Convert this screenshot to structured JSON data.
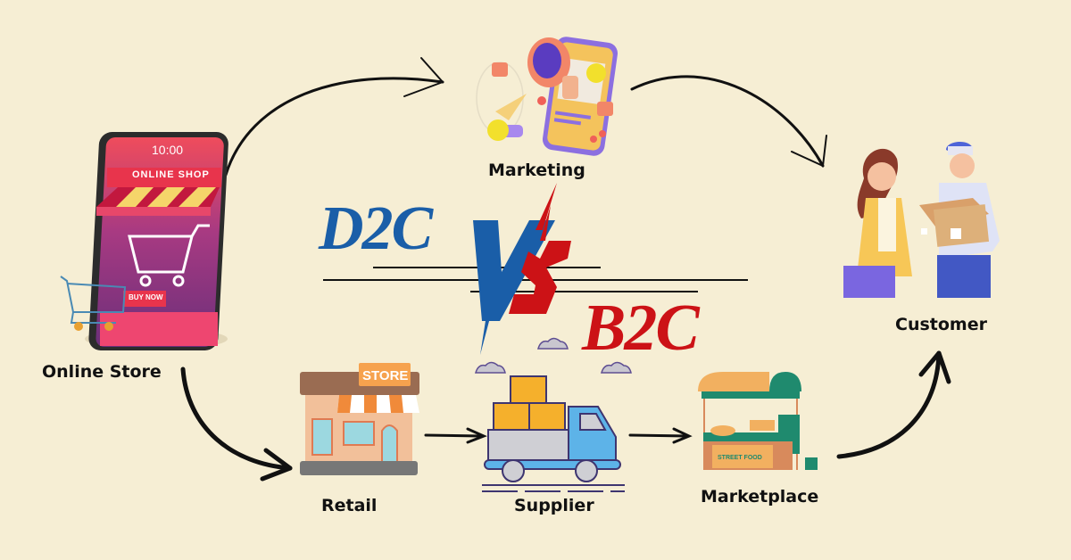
{
  "diagram": {
    "title_left": "D2C",
    "title_vs": "VS",
    "title_right": "B2C",
    "colors": {
      "background": "#f6eed4",
      "d2c_blue": "#1a5ea8",
      "b2c_red": "#cc1216",
      "arrow": "#111111"
    },
    "nodes": {
      "online_store": {
        "label": "Online Store",
        "phone_time": "10:00",
        "phone_banner": "ONLINE SHOP",
        "phone_button": "BUY NOW"
      },
      "marketing": {
        "label": "Marketing"
      },
      "customer": {
        "label": "Customer"
      },
      "retail": {
        "label": "Retail",
        "sign": "STORE"
      },
      "supplier": {
        "label": "Supplier"
      },
      "marketplace": {
        "label": "Marketplace",
        "sign": "STREET FOOD"
      }
    },
    "flows": [
      {
        "from": "Online Store",
        "to": "Marketing",
        "model": "D2C"
      },
      {
        "from": "Marketing",
        "to": "Customer",
        "model": "D2C"
      },
      {
        "from": "Online Store",
        "to": "Retail",
        "model": "B2C"
      },
      {
        "from": "Retail",
        "to": "Supplier",
        "model": "B2C"
      },
      {
        "from": "Supplier",
        "to": "Marketplace",
        "model": "B2C"
      },
      {
        "from": "Marketplace",
        "to": "Customer",
        "model": "B2C"
      }
    ]
  }
}
